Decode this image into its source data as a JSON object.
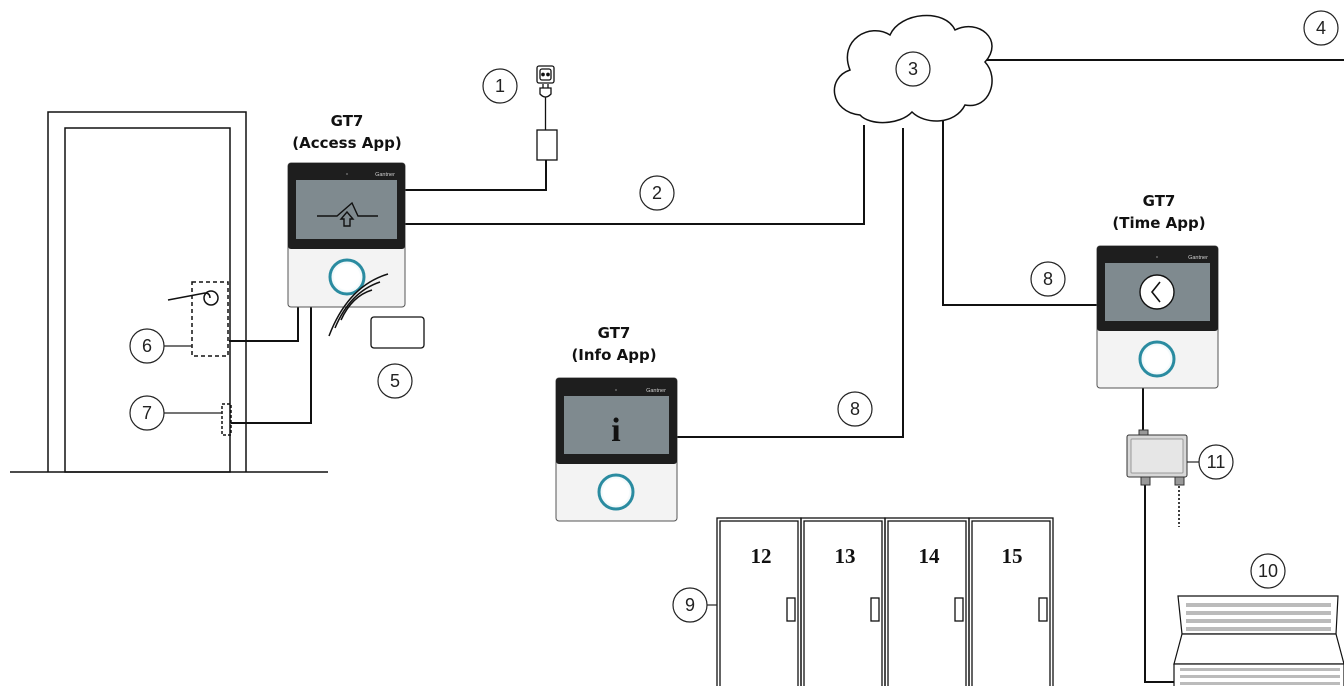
{
  "devices": {
    "access": {
      "model": "GT7",
      "app": "(Access App)",
      "brand": "Gantner"
    },
    "info": {
      "model": "GT7",
      "app": "(Info App)",
      "brand": "Gantner"
    },
    "time": {
      "model": "GT7",
      "app": "(Time App)",
      "brand": "Gantner"
    }
  },
  "callouts": {
    "c1": "1",
    "c2": "2",
    "c3": "3",
    "c4": "4",
    "c5": "5",
    "c6": "6",
    "c7": "7",
    "c8a": "8",
    "c8b": "8",
    "c9": "9",
    "c10": "10",
    "c11": "11"
  },
  "lockers": [
    "12",
    "13",
    "14",
    "15"
  ],
  "icons": {
    "access_screen": "door-access-icon",
    "info_screen": "info-icon",
    "time_screen": "clock-icon",
    "power": "power-socket-icon"
  },
  "colors": {
    "line": "#111111",
    "screen_bezel": "#1e1e1e",
    "screen": "#7f8a8f",
    "device_body": "#f2f2f2",
    "ring": "#2a8ba0"
  }
}
